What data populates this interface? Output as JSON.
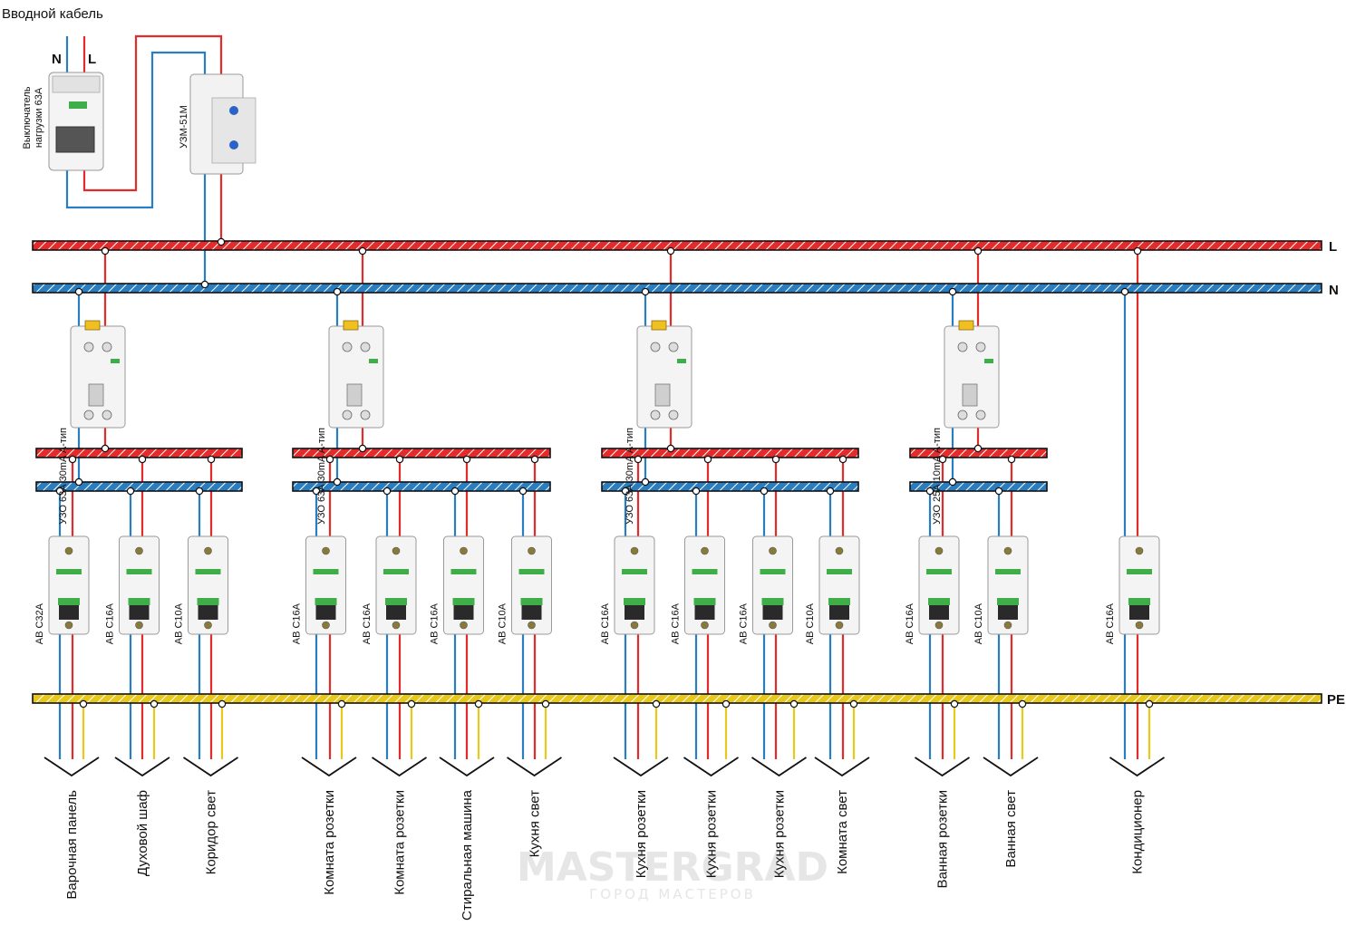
{
  "title": "Вводной кабель",
  "input_labels": {
    "n": "N",
    "l": "L"
  },
  "main_switch_label": [
    "Выключатель",
    "нагрузки 63А"
  ],
  "relay_label": "УЗМ-51М",
  "bus_labels": {
    "l": "L",
    "n": "N",
    "pe": "PE"
  },
  "colors": {
    "phase": "#e32b2b",
    "neutral": "#2a7ec0",
    "pe": "#e8c81a",
    "outline": "#111111"
  },
  "groups": [
    {
      "rcd_label": "УЗО 63А 30mA А-тип",
      "breakers": [
        {
          "label": "АВ С32А",
          "load": "Варочная панель"
        },
        {
          "label": "АВ С16А",
          "load": "Духовой шаф"
        },
        {
          "label": "АВ С10А",
          "load": "Коридор свет"
        }
      ]
    },
    {
      "rcd_label": "УЗО 63А 30mA А-тип",
      "breakers": [
        {
          "label": "АВ С16А",
          "load": "Комната розетки"
        },
        {
          "label": "АВ С16А",
          "load": "Комната розетки"
        },
        {
          "label": "АВ С16А",
          "load": "Стиральная машина"
        },
        {
          "label": "АВ С10А",
          "load": "Кухня свет"
        }
      ]
    },
    {
      "rcd_label": "УЗО 63А 30mA А-тип",
      "breakers": [
        {
          "label": "АВ С16А",
          "load": "Кухня розетки"
        },
        {
          "label": "АВ С16А",
          "load": "Кухня розетки"
        },
        {
          "label": "АВ С16А",
          "load": "Кухня розетки"
        },
        {
          "label": "АВ С10А",
          "load": "Комната свет"
        }
      ]
    },
    {
      "rcd_label": "УЗО 25А 10mA А-тип",
      "breakers": [
        {
          "label": "АВ С16А",
          "load": "Ванная розетки"
        },
        {
          "label": "АВ С10А",
          "load": "Ванная свет"
        }
      ]
    }
  ],
  "direct_breaker": {
    "label": "АВ С16А",
    "load": "Кондиционер"
  },
  "watermark": {
    "main": "MASTERGRAD",
    "sub": "ГОРОД МАСТЕРОВ"
  }
}
